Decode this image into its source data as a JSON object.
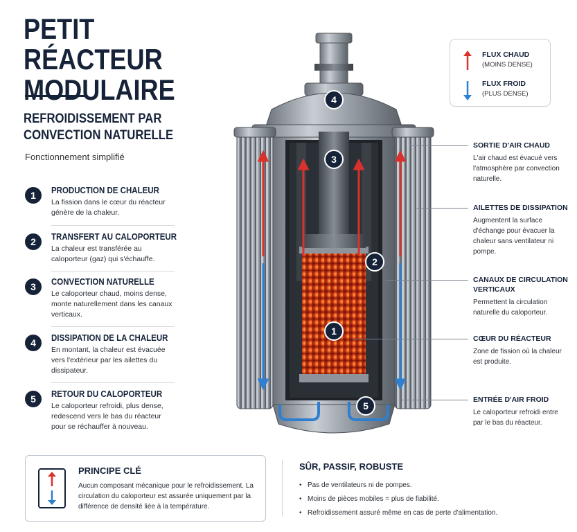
{
  "title": "PETIT RÉACTEUR MODULAIRE",
  "subtitle": "REFROIDISSEMENT PAR CONVECTION NATURELLE",
  "intro": "Fonctionnement simplifié",
  "steps": [
    {
      "num": "1",
      "title": "PRODUCTION DE CHALEUR",
      "desc": "La fission dans le cœur du réacteur génère de la chaleur."
    },
    {
      "num": "2",
      "title": "TRANSFERT AU CALOPORTEUR",
      "desc": "La chaleur est transférée au caloporteur (gaz) qui s'échauffe."
    },
    {
      "num": "3",
      "title": "CONVECTION NATURELLE",
      "desc": "Le caloporteur chaud, moins dense, monte naturellement dans les canaux verticaux."
    },
    {
      "num": "4",
      "title": "DISSIPATION DE LA CHALEUR",
      "desc": "En montant, la chaleur est évacuée vers l'extérieur par les ailettes du dissipateur."
    },
    {
      "num": "5",
      "title": "RETOUR DU CALOPORTEUR",
      "desc": "Le caloporteur refroidi, plus dense, redescend vers le bas du réacteur pour se réchauffer à nouveau."
    }
  ],
  "legend": {
    "hot_title": "FLUX CHAUD",
    "hot_sub": "(MOINS DENSE)",
    "cold_title": "FLUX FROID",
    "cold_sub": "(PLUS DENSE)",
    "hot_color": "#d9312b",
    "cold_color": "#2f7fd0"
  },
  "callouts": [
    {
      "title": "SORTIE D'AIR CHAUD",
      "desc": "L'air chaud est évacué vers l'atmosphère par convection naturelle."
    },
    {
      "title": "AILETTES DE DISSIPATION",
      "desc": "Augmentent la surface d'échange pour évacuer la chaleur sans ventilateur ni pompe."
    },
    {
      "title": "CANAUX DE CIRCULATION VERTICAUX",
      "desc": "Permettent la circulation naturelle du caloporteur."
    },
    {
      "title": "CŒUR DU RÉACTEUR",
      "desc": "Zone de fission où la chaleur est produite."
    },
    {
      "title": "ENTRÉE D'AIR FROID",
      "desc": "Le caloporteur refroidi entre par le bas du réacteur."
    }
  ],
  "diagram_markers": [
    "4",
    "3",
    "2",
    "1",
    "5"
  ],
  "principle": {
    "title": "PRINCIPE CLÉ",
    "desc": "Aucun composant mécanique pour le refroidissement. La circulation du caloporteur est assurée uniquement par la différence de densité liée à la température."
  },
  "safety": {
    "title": "SÛR, PASSIF, ROBUSTE",
    "items": [
      "Pas de ventilateurs ni de pompes.",
      "Moins de pièces mobiles = plus de fiabilité.",
      "Refroidissement assuré même en cas de perte d'alimentation."
    ]
  },
  "colors": {
    "navy": "#152238",
    "hot": "#d9312b",
    "cold": "#2f7fd0",
    "core": "#e4541f"
  }
}
